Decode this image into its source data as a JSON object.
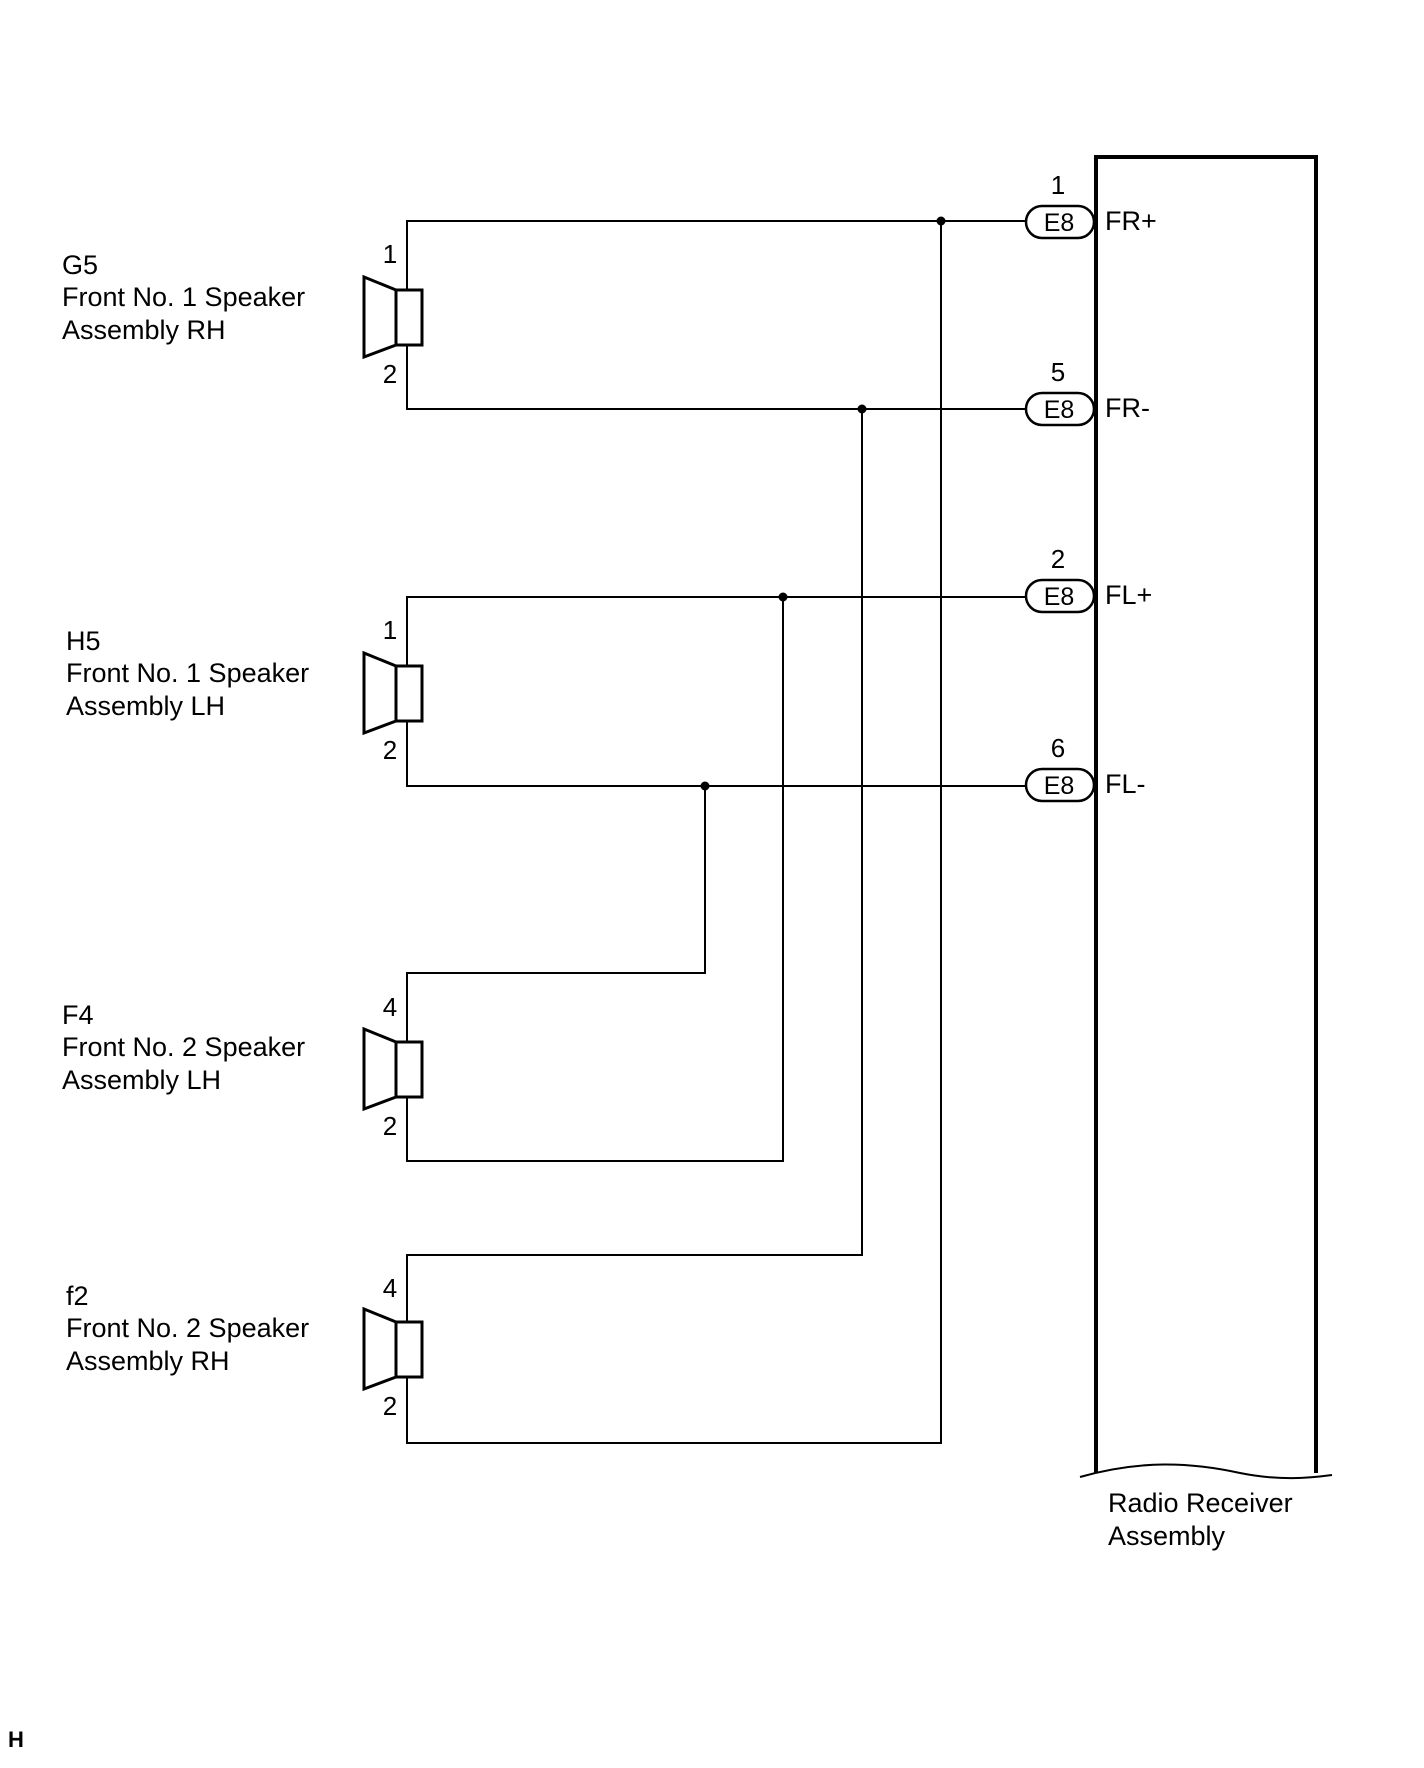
{
  "speakers": [
    {
      "code": "G5",
      "line1": "Front No. 1 Speaker",
      "line2": "Assembly RH",
      "pin_top": "1",
      "pin_bottom": "2"
    },
    {
      "code": "H5",
      "line1": "Front No. 1 Speaker",
      "line2": "Assembly LH",
      "pin_top": "1",
      "pin_bottom": "2"
    },
    {
      "code": "F4",
      "line1": "Front No. 2 Speaker",
      "line2": "Assembly LH",
      "pin_top": "4",
      "pin_bottom": "2"
    },
    {
      "code": "f2",
      "line1": "Front No. 2 Speaker",
      "line2": "Assembly RH",
      "pin_top": "4",
      "pin_bottom": "2"
    }
  ],
  "connectors": [
    {
      "pin": "1",
      "code": "E8",
      "signal": "FR+"
    },
    {
      "pin": "5",
      "code": "E8",
      "signal": "FR-"
    },
    {
      "pin": "2",
      "code": "E8",
      "signal": "FL+"
    },
    {
      "pin": "6",
      "code": "E8",
      "signal": "FL-"
    }
  ],
  "receiver": {
    "line1": "Radio Receiver",
    "line2": "Assembly"
  },
  "corner_mark": "H"
}
